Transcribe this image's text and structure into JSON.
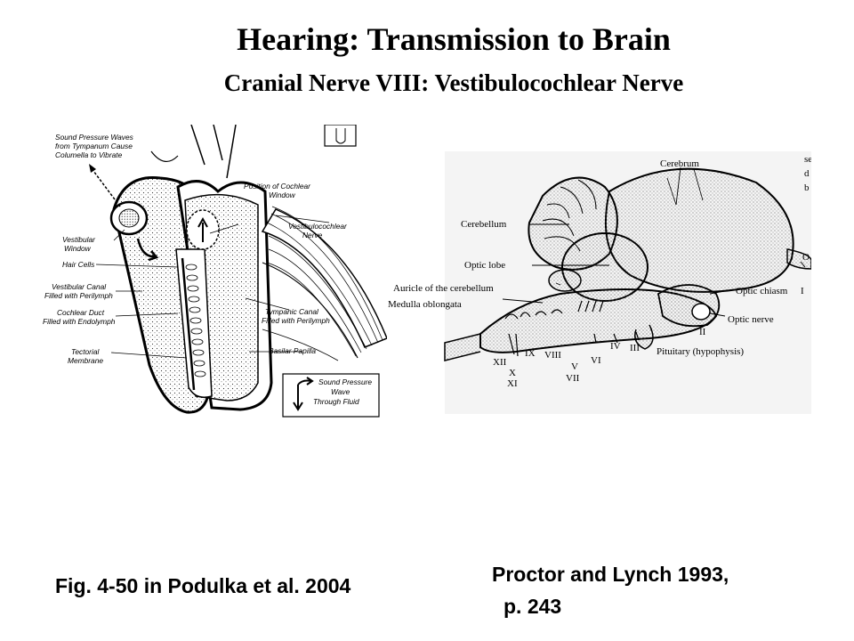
{
  "slide": {
    "title": "Hearing: Transmission to Brain",
    "subtitle": "Cranial Nerve VIII:  Vestibulocochlear Nerve",
    "caption_left": "Fig. 4-50 in Podulka et al. 2004",
    "caption_right_line1": "Proctor and Lynch 1993,",
    "caption_right_line2": "p. 243"
  },
  "ear_diagram": {
    "labels": {
      "sound_waves_1": "Sound Pressure Waves",
      "sound_waves_2": "from Tympanum Cause",
      "sound_waves_3": "Columella to Vibrate",
      "vestibular_window_1": "Vestibular",
      "vestibular_window_2": "Window",
      "hair_cells": "Hair Cells",
      "vestibular_canal_1": "Vestibular Canal",
      "vestibular_canal_2": "Filled with Perilymph",
      "cochlear_duct_1": "Cochlear Duct",
      "cochlear_duct_2": "Filled with Endolymph",
      "tectorial_1": "Tectorial",
      "tectorial_2": "Membrane",
      "cochlear_window_1": "Position of Cochlear",
      "cochlear_window_2": "Window",
      "vc_nerve_1": "Vestibulocochlear",
      "vc_nerve_2": "Nerve",
      "tympanic_canal_1": "Tympanic Canal",
      "tympanic_canal_2": "Filled with Perilymph",
      "basilar_papilla": "Basilar Papilla",
      "legend_1": "Sound Pressure",
      "legend_2": "Wave",
      "legend_3": "Through Fluid"
    }
  },
  "brain_diagram": {
    "labels": {
      "cerebrum": "Cerebrum",
      "cerebellum": "Cerebellum",
      "optic_lobe": "Optic lobe",
      "auricle": "Auricle of the cerebellum",
      "medulla": "Medulla oblongata",
      "optic_chiasm": "Optic chiasm",
      "optic_nerve": "Optic nerve",
      "pituitary": "Pituitary (hypophysis)",
      "n_xii": "XII",
      "n_x": "X",
      "n_xi": "XI",
      "n_ix": "IX",
      "n_viii": "VIII",
      "n_v": "V",
      "n_vii": "VII",
      "n_vi": "VI",
      "n_iv": "IV",
      "n_iii": "III",
      "n_ii": "II",
      "n_i": "I",
      "edge_o": "O",
      "edge_s": "se",
      "edge_d": "d",
      "edge_b": "b"
    }
  }
}
